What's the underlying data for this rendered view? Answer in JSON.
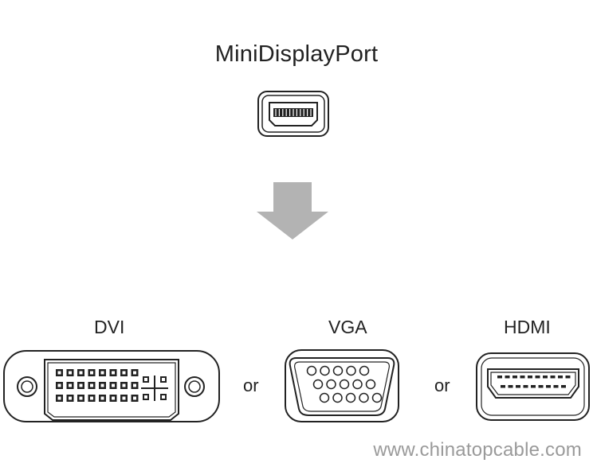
{
  "title": "MiniDisplayPort",
  "connectors": {
    "dvi": {
      "label": "DVI"
    },
    "vga": {
      "label": "VGA"
    },
    "hdmi": {
      "label": "HDMI"
    }
  },
  "separators": [
    "or",
    "or"
  ],
  "watermark": "www.chinatopcable.com",
  "colors": {
    "stroke": "#222222",
    "arrow": "#b3b3b3",
    "background": "#ffffff"
  }
}
